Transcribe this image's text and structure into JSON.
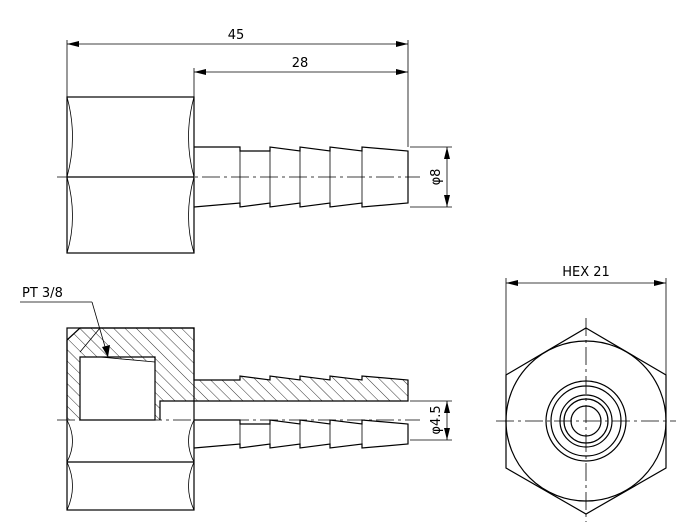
{
  "drawing": {
    "dimensions": {
      "overall_length": "45",
      "barb_length": "28",
      "barb_diameter": "φ8",
      "bore_diameter": "φ4.5",
      "hex_size": "HEX 21",
      "thread": "PT 3/8"
    }
  }
}
